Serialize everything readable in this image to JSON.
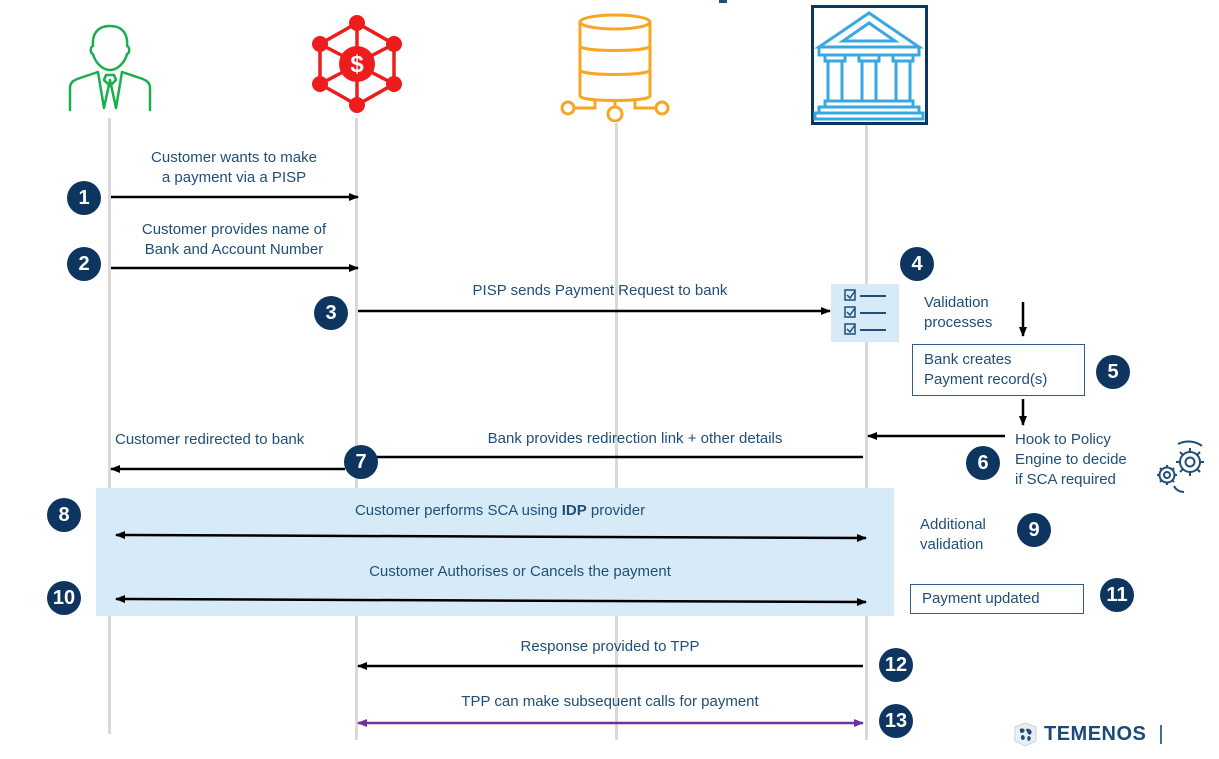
{
  "diagram": {
    "title_fragment": "",
    "actors": [
      {
        "name": "Customer",
        "icon": "person-icon",
        "color": "#1aae4e"
      },
      {
        "name": "PISP",
        "icon": "dollar-network-icon",
        "color": "#ee1c1c"
      },
      {
        "name": "Data store",
        "icon": "database-icon",
        "color": "#f5a623"
      },
      {
        "name": "Bank",
        "icon": "bank-icon",
        "color": "#3aa8e0"
      }
    ],
    "steps": [
      {
        "number": "1",
        "text_lines": [
          "Customer wants to make",
          "a payment via a PISP"
        ]
      },
      {
        "number": "2",
        "text_lines": [
          "Customer provides name of",
          "Bank and Account Number"
        ]
      },
      {
        "number": "3",
        "text": "PISP sends Payment Request to bank"
      },
      {
        "number": "4",
        "text_lines": [
          "Validation",
          "processes"
        ]
      },
      {
        "number": "5",
        "text_lines": [
          "Bank creates",
          "Payment record(s)"
        ]
      },
      {
        "number": "6",
        "text_lines": [
          "Hook to Policy",
          "Engine to decide",
          "if SCA required"
        ]
      },
      {
        "number": "7",
        "text_left": "Customer redirected to bank",
        "text_right": "Bank provides redirection link + other details"
      },
      {
        "number": "8",
        "text_pre": "Customer performs SCA using ",
        "text_bold": "IDP",
        "text_post": " provider"
      },
      {
        "number": "9",
        "text_lines": [
          "Additional",
          "validation"
        ]
      },
      {
        "number": "10",
        "text": "Customer Authorises or Cancels the payment"
      },
      {
        "number": "11",
        "text": "Payment updated"
      },
      {
        "number": "12",
        "text": "Response provided to TPP"
      },
      {
        "number": "13",
        "text": "TPP can make subsequent calls for payment"
      }
    ],
    "colors": {
      "badge": "#0d3560",
      "text": "#1f4e79",
      "arrow": "#000000",
      "arrow_purple": "#7030a0",
      "shade": "#d6ebf7",
      "lifeline": "#d9d9d9"
    },
    "logo": {
      "text": "TEMENOS",
      "suffix": "|"
    }
  }
}
